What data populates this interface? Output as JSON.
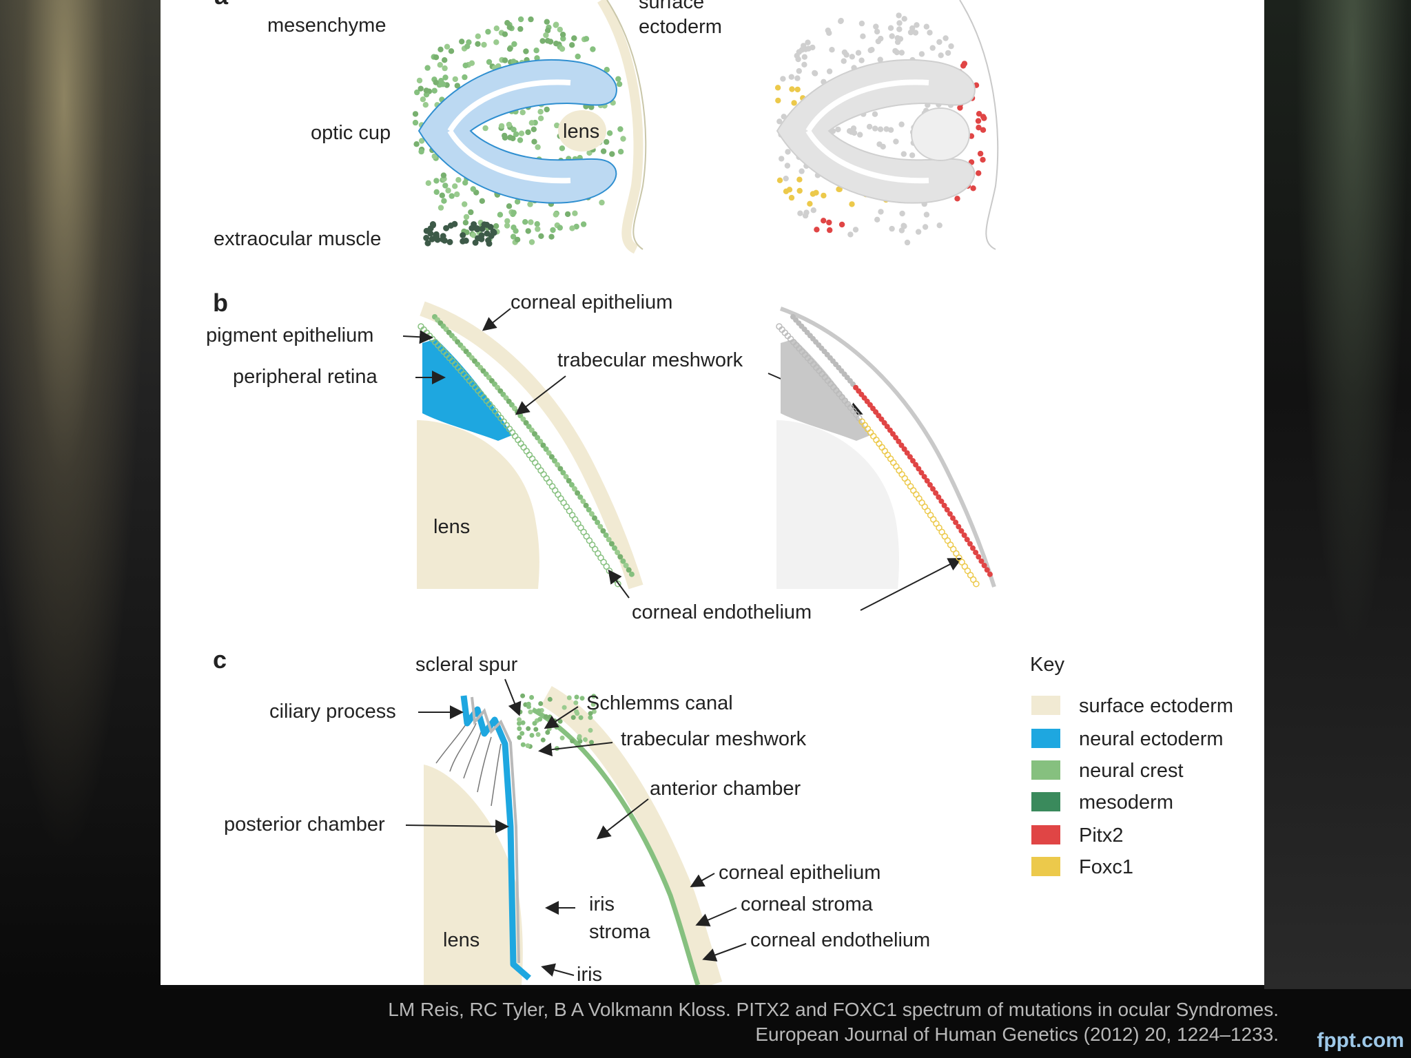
{
  "panel_a": {
    "label_top": "a",
    "mesenchyme": "mesenchyme",
    "surface_ectoderm_l1": "surface",
    "surface_ectoderm_l2": "ectoderm",
    "optic_cup": "optic cup",
    "lens": "lens",
    "extraocular_muscle": "extraocular muscle"
  },
  "panel_b": {
    "label": "b",
    "corneal_epithelium": "corneal epithelium",
    "pigment_epithelium": "pigment epithelium",
    "peripheral_retina": "peripheral retina",
    "trabecular_meshwork": "trabecular meshwork",
    "lens": "lens",
    "corneal_endothelium": "corneal endothelium"
  },
  "panel_c": {
    "label": "c",
    "scleral_spur": "scleral spur",
    "ciliary_process": "ciliary process",
    "schlemms_canal": "Schlemms canal",
    "trabecular_meshwork": "trabecular meshwork",
    "anterior_chamber": "anterior chamber",
    "posterior_chamber": "posterior chamber",
    "corneal_epithelium": "corneal epithelium",
    "iris_stroma_l1": "iris",
    "iris_stroma_l2": "stroma",
    "corneal_stroma": "corneal stroma",
    "lens": "lens",
    "corneal_endothelium": "corneal endothelium",
    "iris": "iris"
  },
  "key": {
    "title": "Key",
    "items": [
      {
        "label": "surface ectoderm",
        "color": "#f1ead3"
      },
      {
        "label": "neural ectoderm",
        "color": "#1ea7e0"
      },
      {
        "label": "neural crest",
        "color": "#86c07f"
      },
      {
        "label": "mesoderm",
        "color": "#3a8a5c"
      },
      {
        "label": "Pitx2",
        "color": "#e04545"
      },
      {
        "label": "Foxc1",
        "color": "#ecc94b"
      }
    ]
  },
  "footer": {
    "citation_line1": "LM Reis, RC Tyler, B A Volkmann Kloss. PITX2 and FOXC1 spectrum of mutations in ocular Syndromes.",
    "citation_line2": "European Journal of Human Genetics (2012) 20, 1224–1233.",
    "brand": "fppt.com"
  }
}
